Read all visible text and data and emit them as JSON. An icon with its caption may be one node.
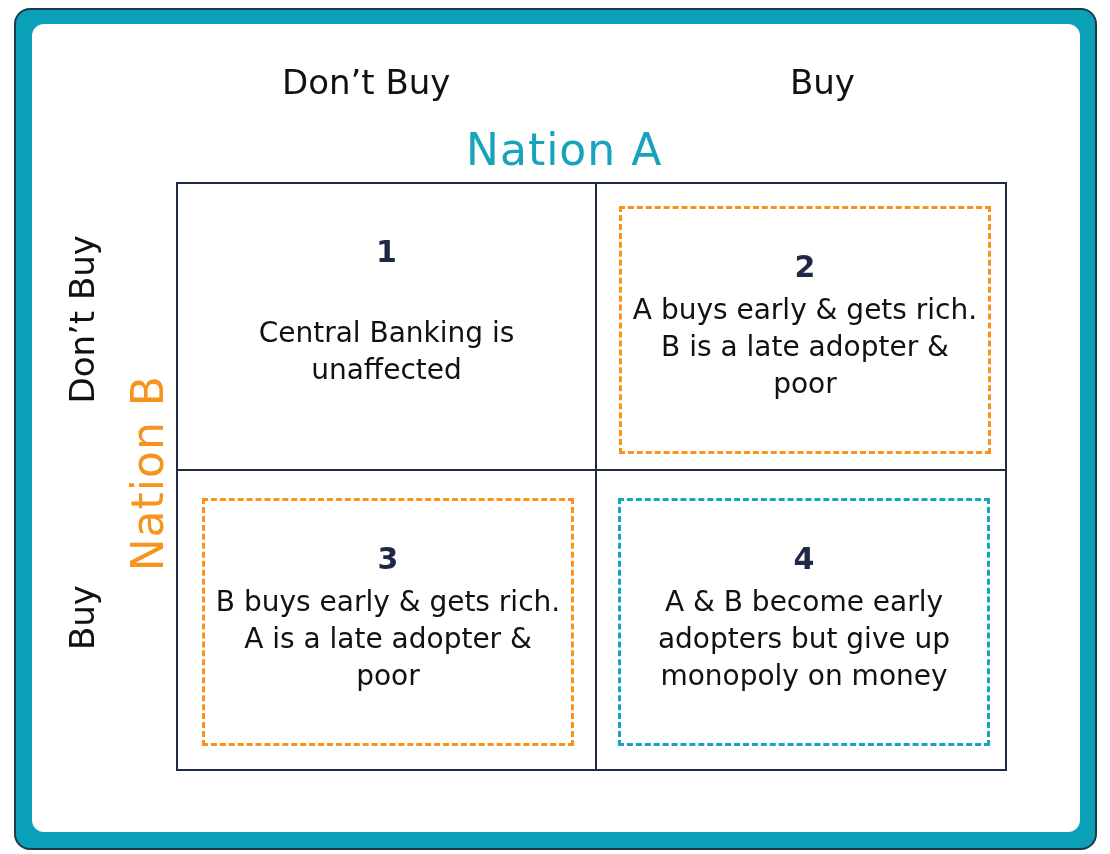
{
  "diagram": {
    "nodes": [
      {
        "text": [
          "1",
          "Central Banking is unaffected"
        ]
      },
      {
        "text": [
          "2",
          "A buys early & gets rich. B is a late adopter & poor"
        ]
      },
      {
        "text": [
          "3",
          "B buys early & gets rich. A is a late adopter & poor"
        ]
      },
      {
        "text": [
          "4",
          "A & B become early adopters but give up monopoly on money"
        ]
      }
    ],
    "edges": [],
    "labels": [
      "Don’t Buy",
      "Buy",
      "Nation A",
      "Don’t Buy",
      "Nation B",
      "Buy"
    ]
  }
}
